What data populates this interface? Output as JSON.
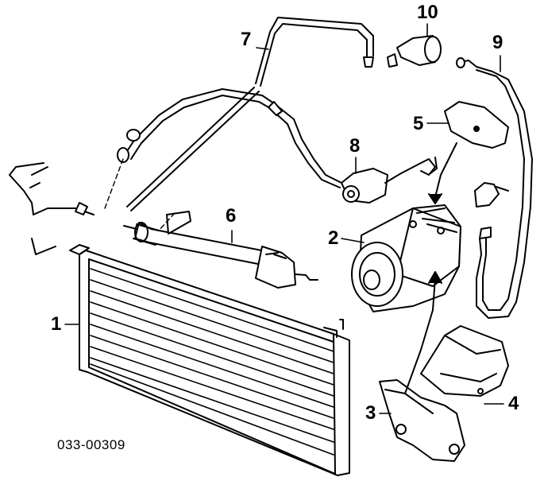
{
  "callouts": {
    "c1": "1",
    "c2": "2",
    "c3": "3",
    "c4": "4",
    "c5": "5",
    "c6": "6",
    "c7": "7",
    "c8": "8",
    "c9": "9",
    "c10": "10"
  },
  "part_number": "033-00309"
}
